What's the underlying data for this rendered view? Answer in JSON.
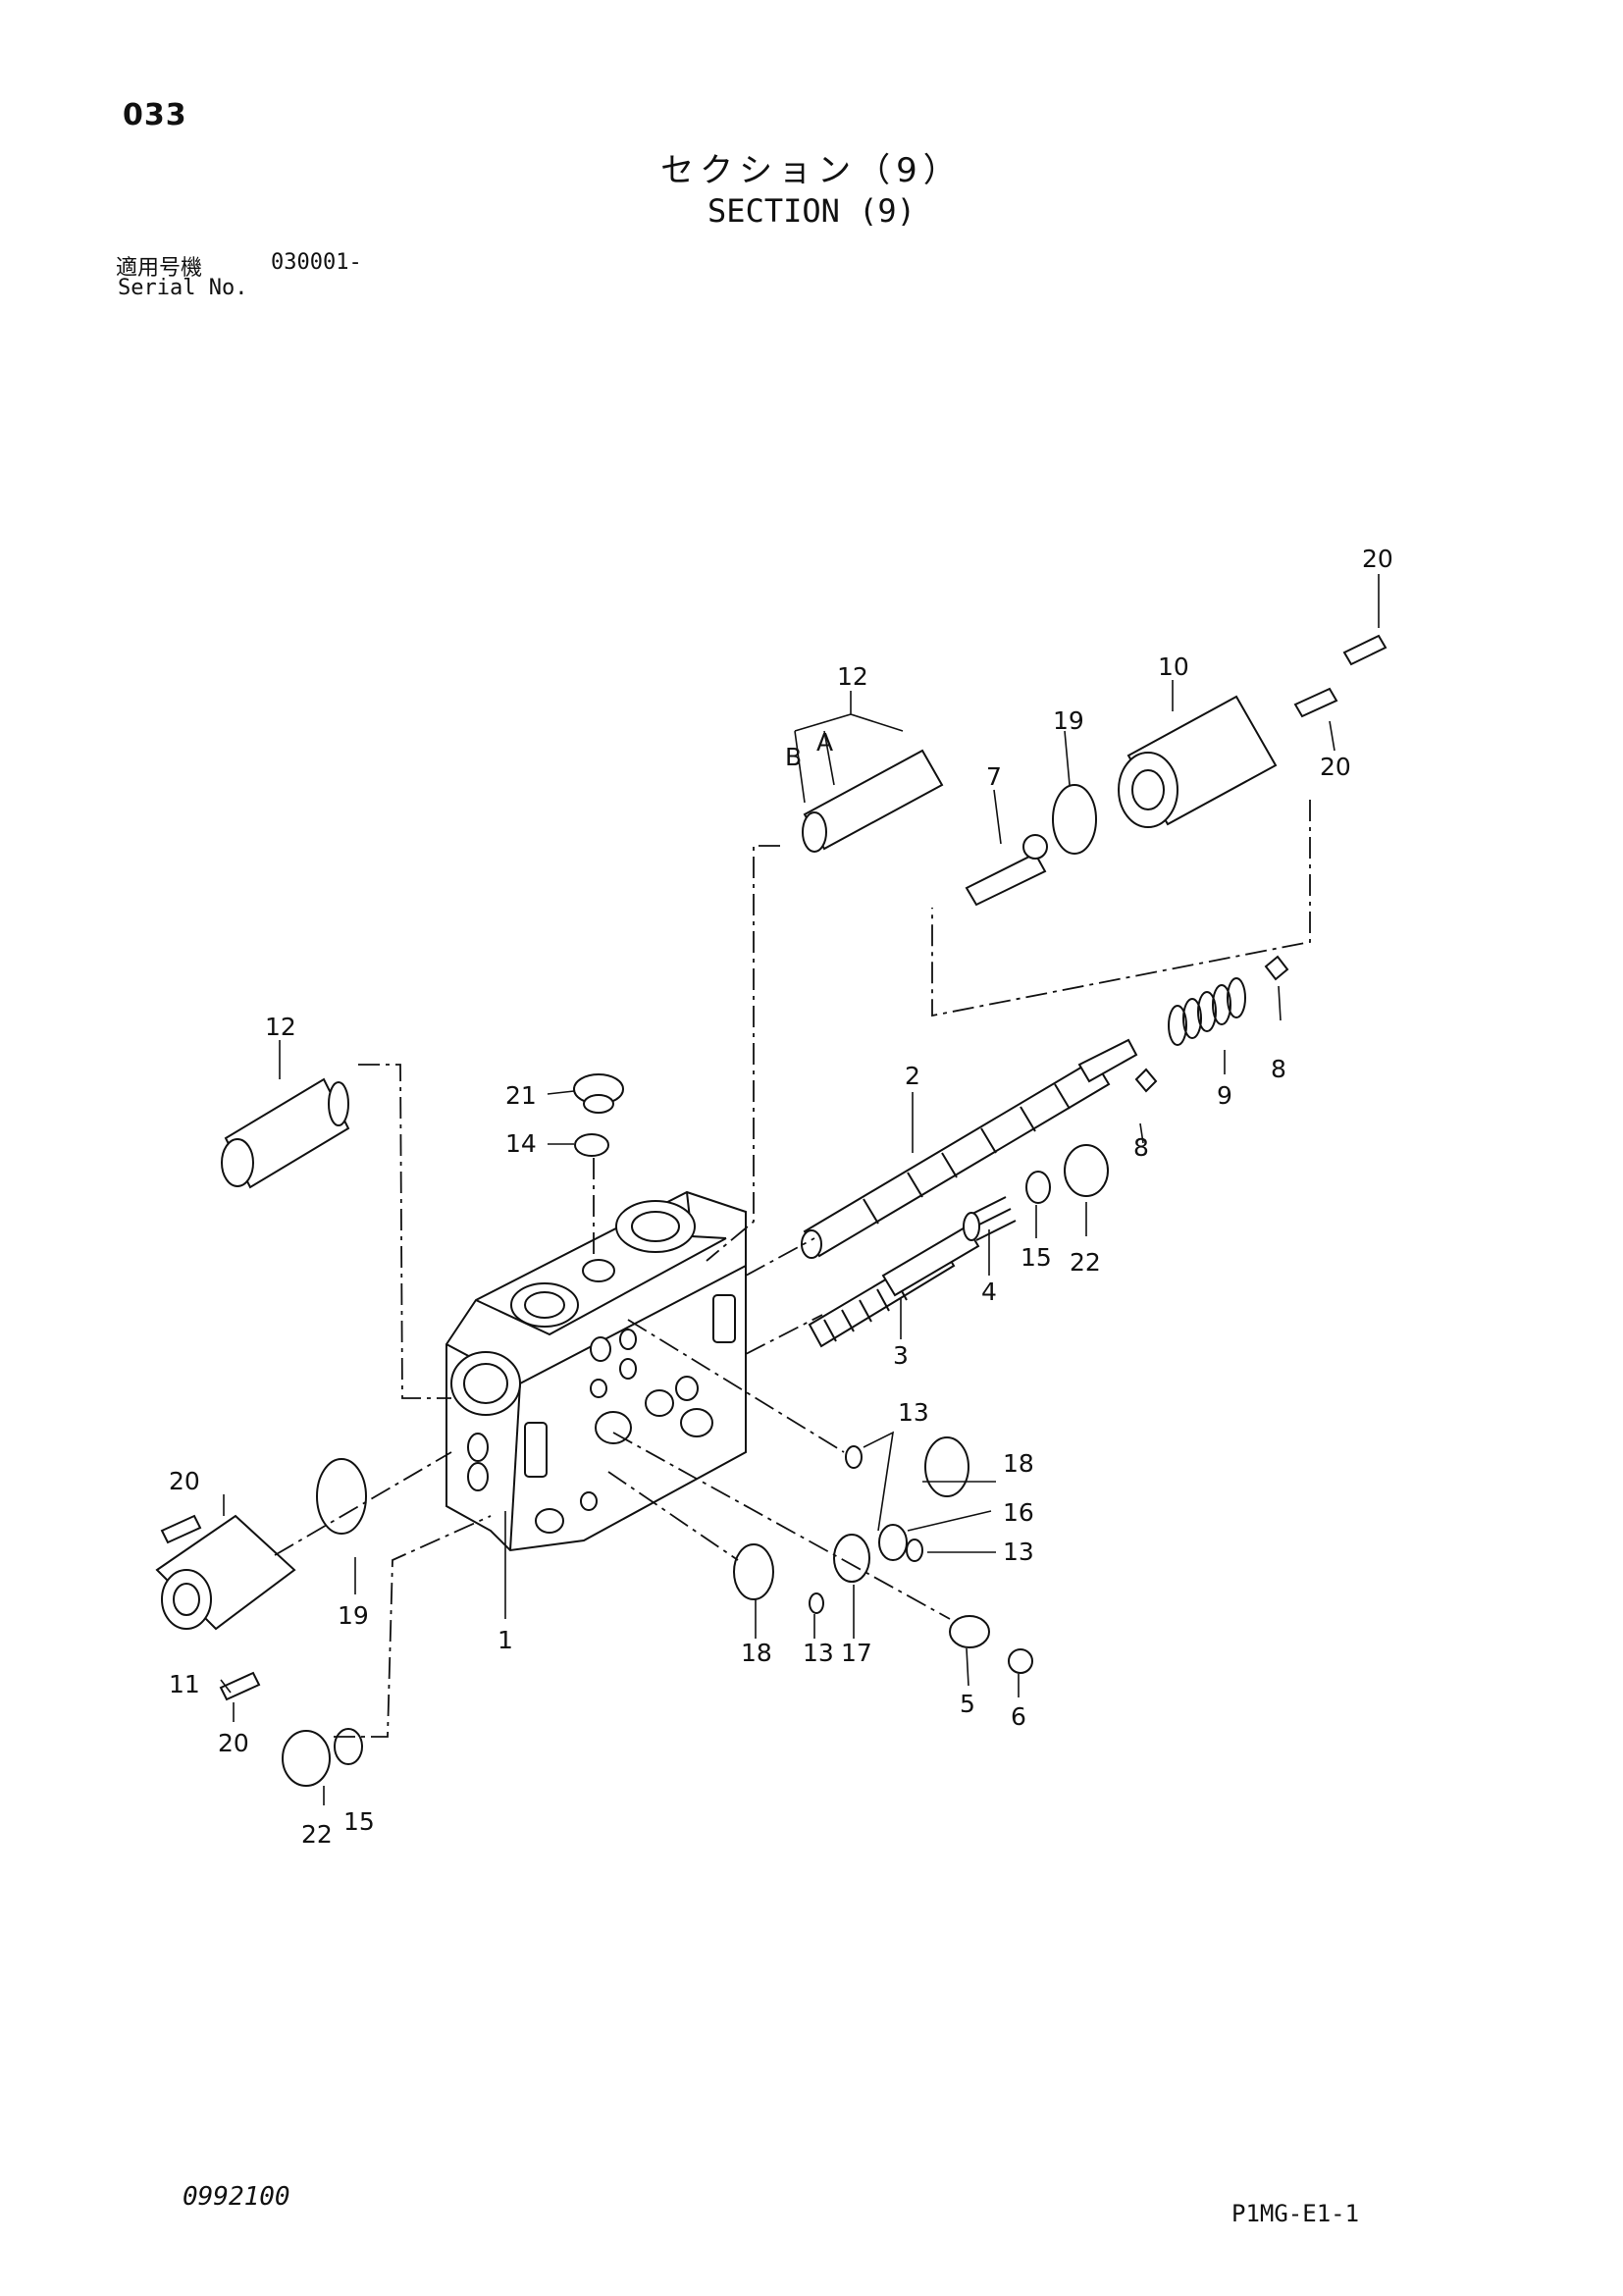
{
  "header": {
    "page_number": "033",
    "title_jp": "セクション（9）",
    "title_en": "SECTION (9)",
    "serial_label_jp": "適用号機",
    "serial_value": "030001-",
    "serial_label_en": "Serial No."
  },
  "footer": {
    "doc_code": "0992100",
    "plate_code": "P1MG-E1-1"
  },
  "callouts": {
    "c1": "1",
    "c2": "2",
    "c3": "3",
    "c4": "4",
    "c5": "5",
    "c6": "6",
    "c7": "7",
    "c8a": "8",
    "c8b": "8",
    "c9": "9",
    "c10": "10",
    "c11": "11",
    "c12a": "12",
    "c12b": "12",
    "c12_A": "A",
    "c12_B": "B",
    "c13a": "13",
    "c13b": "13",
    "c13c": "13",
    "c14": "14",
    "c15a": "15",
    "c15b": "15",
    "c16": "16",
    "c17": "17",
    "c18a": "18",
    "c18b": "18",
    "c19a": "19",
    "c19b": "19",
    "c20a": "20",
    "c20b": "20",
    "c20c": "20",
    "c20d": "20",
    "c21": "21",
    "c22a": "22",
    "c22b": "22"
  }
}
